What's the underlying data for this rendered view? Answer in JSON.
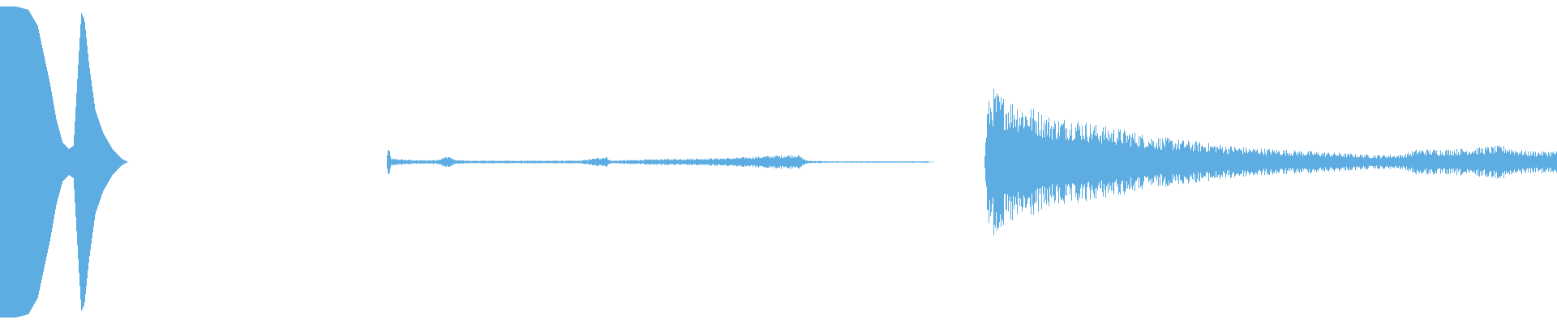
{
  "waveform": {
    "color": "#5dade2",
    "background": "#ffffff",
    "amplitude_profile": [
      [
        0.0,
        0.48
      ],
      [
        0.01,
        0.48
      ],
      [
        0.018,
        0.47
      ],
      [
        0.024,
        0.42
      ],
      [
        0.028,
        0.33
      ],
      [
        0.032,
        0.24
      ],
      [
        0.036,
        0.13
      ],
      [
        0.04,
        0.06
      ],
      [
        0.044,
        0.04
      ],
      [
        0.047,
        0.05
      ],
      [
        0.05,
        0.3
      ],
      [
        0.052,
        0.46
      ],
      [
        0.054,
        0.44
      ],
      [
        0.057,
        0.3
      ],
      [
        0.061,
        0.16
      ],
      [
        0.066,
        0.09
      ],
      [
        0.072,
        0.04
      ],
      [
        0.078,
        0.01
      ],
      [
        0.082,
        0.0
      ],
      [
        0.22,
        0.0
      ],
      [
        0.248,
        0.0
      ],
      [
        0.249,
        0.05
      ],
      [
        0.251,
        0.01
      ],
      [
        0.268,
        0.005
      ],
      [
        0.28,
        0.006
      ],
      [
        0.288,
        0.018
      ],
      [
        0.292,
        0.006
      ],
      [
        0.3,
        0.004
      ],
      [
        0.34,
        0.004
      ],
      [
        0.372,
        0.004
      ],
      [
        0.389,
        0.016
      ],
      [
        0.392,
        0.004
      ],
      [
        0.42,
        0.008
      ],
      [
        0.47,
        0.012
      ],
      [
        0.494,
        0.018
      ],
      [
        0.512,
        0.022
      ],
      [
        0.518,
        0.004
      ],
      [
        0.532,
        0.002
      ],
      [
        0.56,
        0.002
      ],
      [
        0.596,
        0.002
      ],
      [
        0.6,
        0.0
      ],
      [
        0.632,
        0.0
      ],
      [
        0.634,
        0.16
      ],
      [
        0.638,
        0.2
      ],
      [
        0.644,
        0.18
      ],
      [
        0.65,
        0.17
      ],
      [
        0.662,
        0.15
      ],
      [
        0.676,
        0.12
      ],
      [
        0.69,
        0.12
      ],
      [
        0.705,
        0.1
      ],
      [
        0.72,
        0.09
      ],
      [
        0.74,
        0.07
      ],
      [
        0.76,
        0.06
      ],
      [
        0.78,
        0.05
      ],
      [
        0.8,
        0.04
      ],
      [
        0.82,
        0.035
      ],
      [
        0.84,
        0.03
      ],
      [
        0.86,
        0.025
      ],
      [
        0.88,
        0.02
      ],
      [
        0.9,
        0.02
      ],
      [
        0.91,
        0.035
      ],
      [
        0.93,
        0.035
      ],
      [
        0.95,
        0.04
      ],
      [
        0.965,
        0.045
      ],
      [
        0.98,
        0.03
      ],
      [
        1.0,
        0.03
      ]
    ]
  }
}
